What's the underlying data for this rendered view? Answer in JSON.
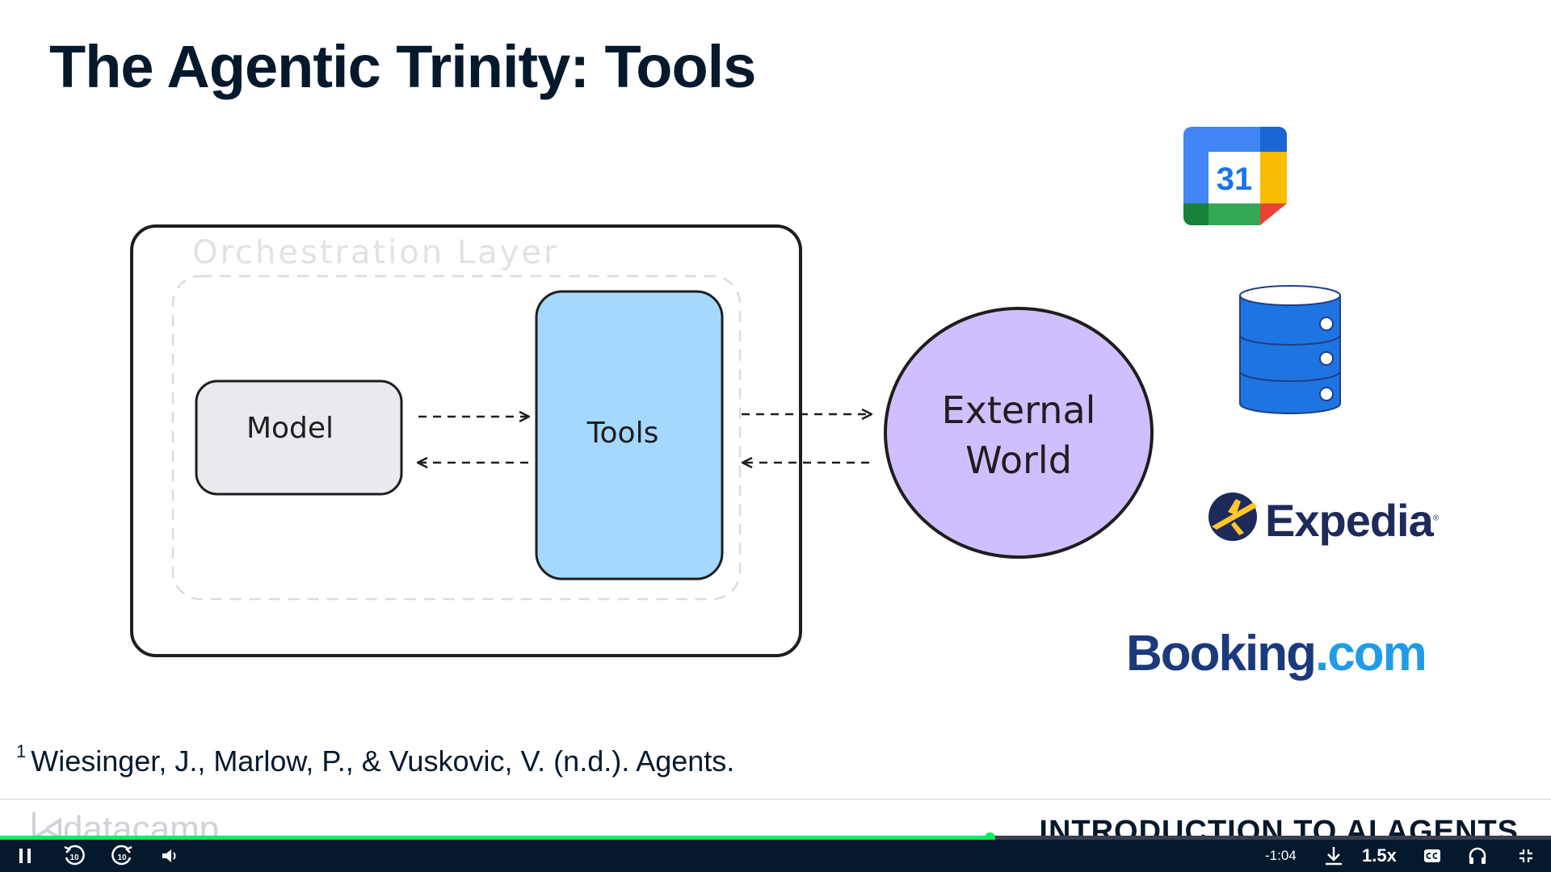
{
  "slide": {
    "title": "The Agentic Trinity: Tools",
    "diagram": {
      "container_label": "Orchestration Layer",
      "model_label": "Model",
      "tools_label": "Tools",
      "external_label_line1": "External",
      "external_label_line2": "World"
    },
    "logos": {
      "calendar_number": "31",
      "expedia": "Expedia",
      "expedia_reg": "®",
      "booking_part1": "Booking",
      "booking_part2": ".com"
    },
    "footnote": {
      "marker": "1",
      "text": "Wiesinger, J., Marlow, P., & Vuskovic, V. (n.d.). Agents."
    },
    "brand": "datacamp",
    "course_title": "INTRODUCTION TO AI AGENTS"
  },
  "player": {
    "time_remaining": "-1:04",
    "speed": "1.5x",
    "skip_back_seconds": "10",
    "skip_forward_seconds": "10",
    "progress_fraction": 0.638,
    "accent_color": "#03ef62"
  },
  "colors": {
    "model_fill": "#e8eaed",
    "tools_fill": "#a5d8ff",
    "external_fill": "#d0bfff"
  }
}
